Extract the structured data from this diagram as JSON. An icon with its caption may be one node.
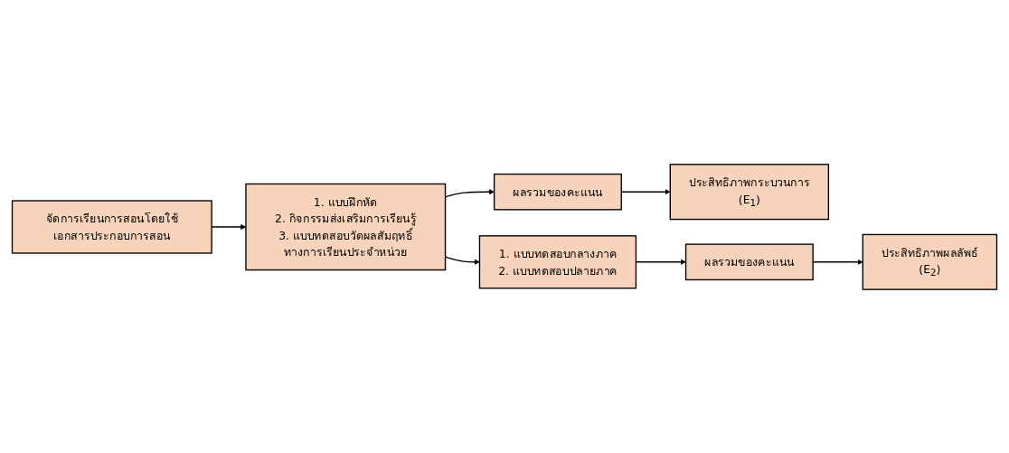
{
  "diagram": {
    "nodes": [
      {
        "text": [
          "จัดการเรียนการสอนโดยใช้เอกสารประกอบการสอน"
        ]
      },
      {
        "text": [
          "1. แบบฝึกหัด",
          "2. กิจกรรมส่งเสริมการเรียนรู้",
          "3. แบบทดสอบวัดผลสัมฤทธิ์ทางการเรียนประจำหน่วย"
        ]
      },
      {
        "text": [
          "ผลรวมของคะแนน"
        ]
      },
      {
        "text": [
          "ประสิทธิภาพกระบวนการ",
          "(E$_{1}$)"
        ]
      },
      {
        "text": [
          "1. แบบทดสอบกลางภาค",
          "2. แบบทดสอบปลายภาค"
        ]
      },
      {
        "text": [
          "ผลรวมของคะแนน"
        ]
      },
      {
        "text": [
          "ประสิทธิภาพผลลัพธ์",
          "(E$_{2}$)"
        ]
      }
    ],
    "edges": [
      {
        "from": 0,
        "to": 1,
        "arrow": "to"
      },
      {
        "from": 1,
        "to": 2,
        "arrow": "to"
      },
      {
        "from": 2,
        "to": 3,
        "arrow": "to"
      },
      {
        "from": 1,
        "to": 4,
        "arrow": "to"
      },
      {
        "from": 4,
        "to": 5,
        "arrow": "to"
      },
      {
        "from": 5,
        "to": 6,
        "arrow": "to"
      }
    ]
  }
}
